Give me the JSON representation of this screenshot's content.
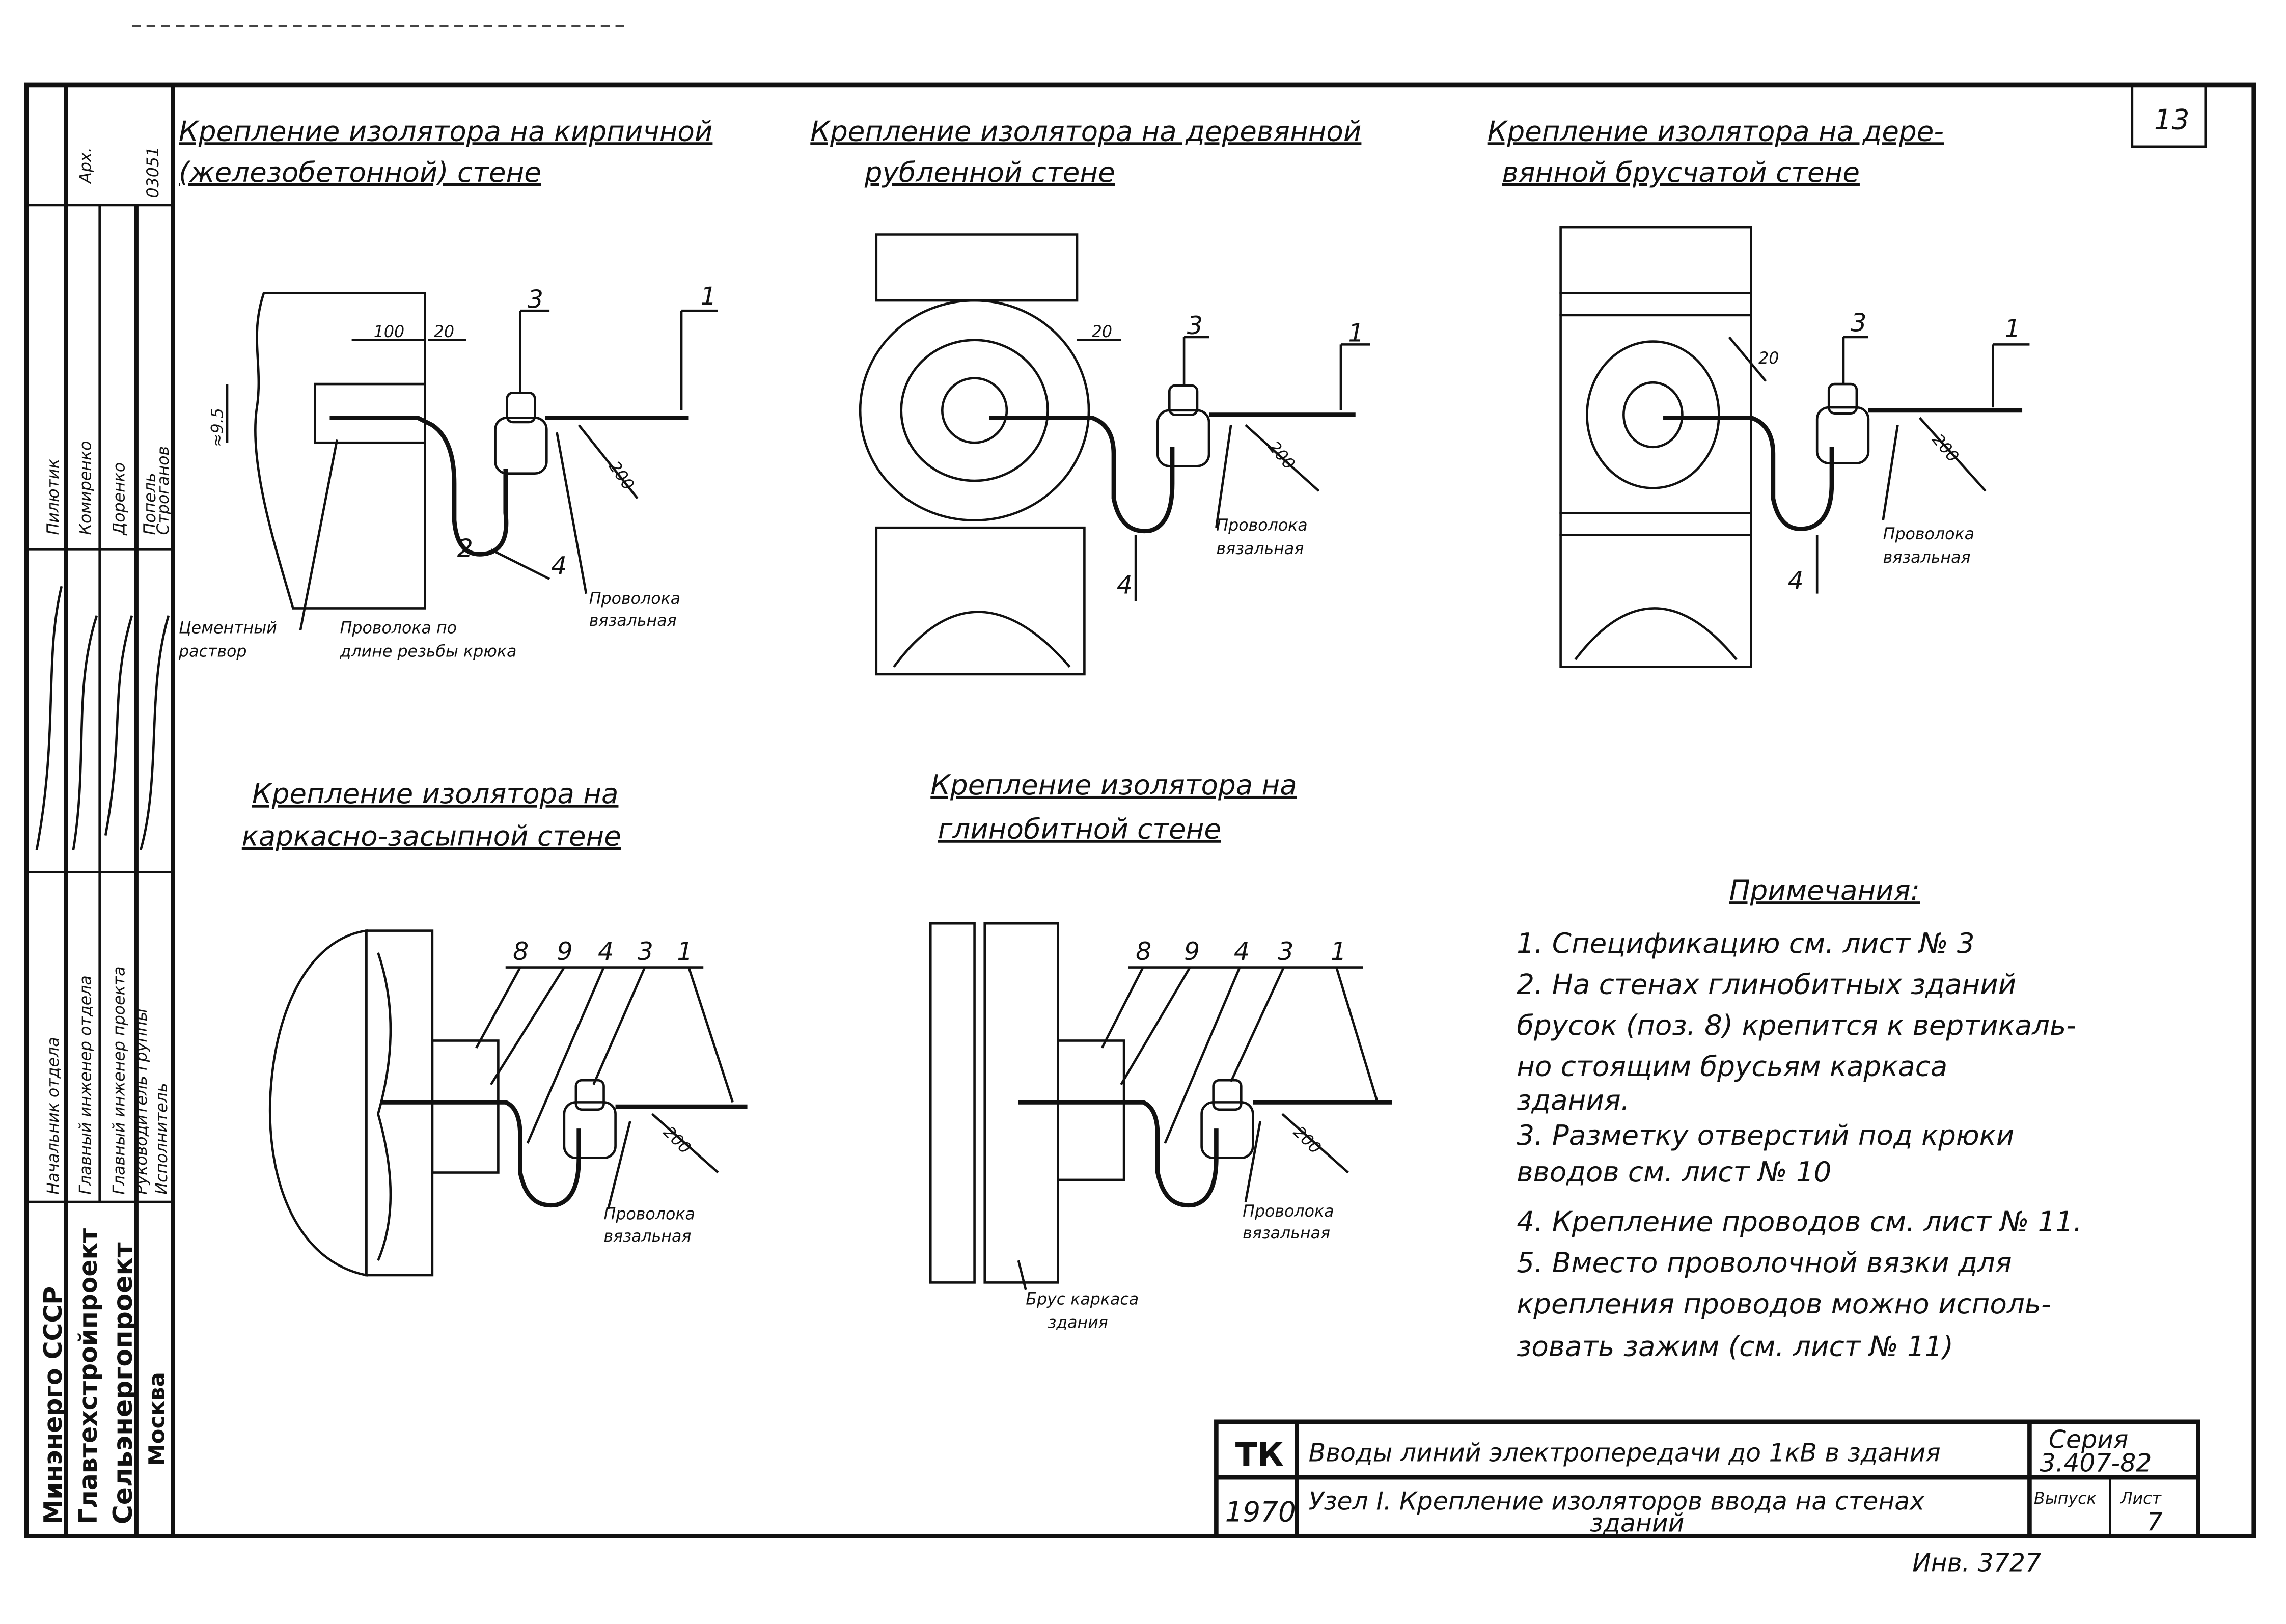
{
  "sheet": {
    "page_number": "13",
    "inventory": "Инв. 3727"
  },
  "stamp": {
    "archive_label": "Арх.",
    "archive_number": "03051",
    "roles": [
      "Начальник отдела",
      "Главный инженер отдела",
      "Главный инженер проекта",
      "Руководитель группы",
      "Исполнитель"
    ],
    "names": [
      "Пилютик",
      "Комиренко",
      "Доренко",
      "Попель",
      "Строганов"
    ],
    "org": [
      "Минэнерго СССР",
      "Главтехстройпроект",
      "Сельэнергопроект",
      "Москва"
    ]
  },
  "details": [
    {
      "title": [
        "Крепление изолятора на кирпичной",
        "(железобетонной) стене"
      ],
      "labels": {
        "cement": [
          "Цементный",
          "раствор"
        ],
        "wire_thread": [
          "Проволока по",
          "длине резьбы крюка"
        ],
        "wire": [
          "Проволока",
          "вязальная"
        ]
      },
      "dims": [
        "100",
        "20",
        "≈9.5",
        "200"
      ],
      "positions": [
        "3",
        "1",
        "2",
        "4"
      ]
    },
    {
      "title": [
        "Крепление изолятора на деревянной",
        "рубленной стене"
      ],
      "labels": {
        "wire": [
          "Проволока",
          "вязальная"
        ]
      },
      "dims": [
        "20",
        "200"
      ],
      "positions": [
        "3",
        "1",
        "4"
      ]
    },
    {
      "title": [
        "Крепление изолятора на дере-",
        "вянной брусчатой стене"
      ],
      "labels": {
        "wire": [
          "Проволока",
          "вязальная"
        ]
      },
      "dims": [
        "20",
        "200"
      ],
      "positions": [
        "3",
        "1",
        "4"
      ]
    },
    {
      "title": [
        "Крепление изолятора на",
        "каркасно-засыпной стене"
      ],
      "labels": {
        "wire": [
          "Проволока",
          "вязальная"
        ]
      },
      "dims": [
        "200"
      ],
      "positions": [
        "8",
        "9",
        "4",
        "3",
        "1"
      ]
    },
    {
      "title": [
        "Крепление изолятора на",
        "глинобитной стене"
      ],
      "labels": {
        "wire": [
          "Проволока",
          "вязальная"
        ],
        "beam": [
          "Брус каркаса",
          "здания"
        ]
      },
      "dims": [
        "200"
      ],
      "positions": [
        "8",
        "9",
        "4",
        "3",
        "1"
      ]
    }
  ],
  "notes": {
    "heading": "Примечания:",
    "lines": [
      "1. Спецификацию см. лист № 3",
      "2. На стенах глинобитных зданий",
      "брусок (поз. 8) крепится к вертикаль-",
      "но стоящим брусьям каркаса",
      "здания.",
      "3. Разметку отверстий под крюки",
      "вводов см. лист № 10",
      "4. Крепление проводов см. лист № 11.",
      "5. Вместо проволочной вязки для",
      "крепления проводов можно исполь-",
      "зовать зажим (см. лист № 11)"
    ]
  },
  "title_block": {
    "code": "ТК",
    "year": "1970",
    "title": "Вводы линий электропередачи до 1кВ в здания",
    "subtitle": [
      "Узел I. Крепление изоляторов ввода на стенах",
      "зданий"
    ],
    "series_label": "Серия",
    "series": "3.407-82",
    "issue_label": "Выпуск",
    "sheet_label": "Лист",
    "sheet": "7"
  }
}
